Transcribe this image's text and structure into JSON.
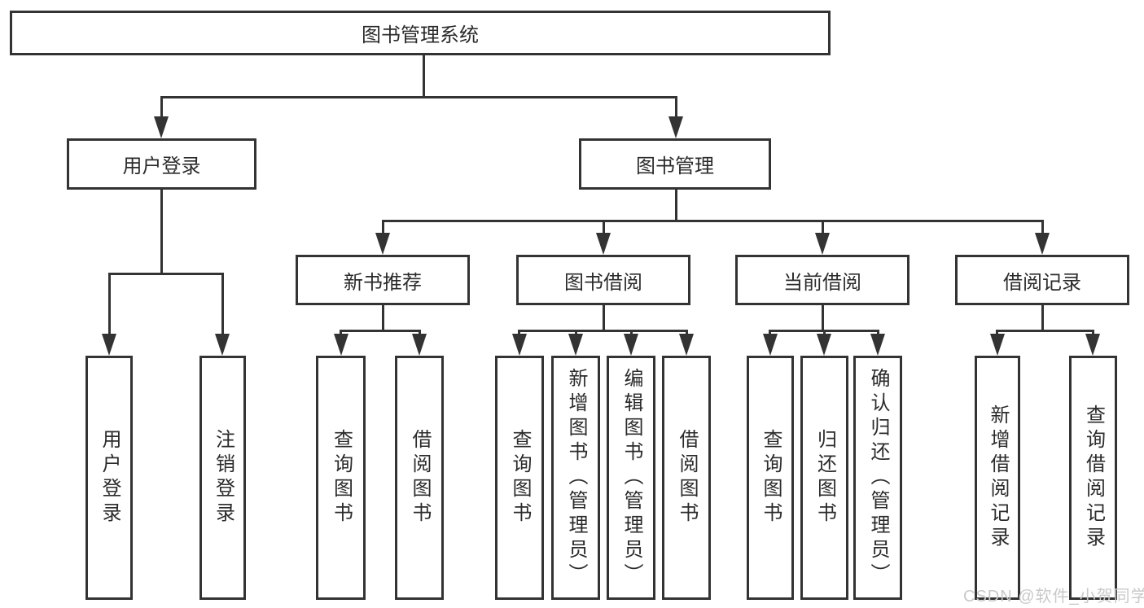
{
  "diagram": {
    "kind": "hierarchy-diagram",
    "colors": {
      "line": "#333333",
      "text": "#2b2b2b",
      "background": "#ffffff",
      "watermark_text": "#c9c9c9"
    }
  },
  "tree": {
    "root": {
      "label": "图书管理系统",
      "children": [
        {
          "label": "用户登录",
          "children": [
            {
              "label": "用户登录"
            },
            {
              "label": "注销登录"
            }
          ]
        },
        {
          "label": "图书管理",
          "children": [
            {
              "label": "新书推荐",
              "children": [
                {
                  "label": "查询图书"
                },
                {
                  "label": "借阅图书"
                }
              ]
            },
            {
              "label": "图书借阅",
              "children": [
                {
                  "label": "查询图书"
                },
                {
                  "label": "新增图书（管理员）"
                },
                {
                  "label": "编辑图书（管理员）"
                },
                {
                  "label": "借阅图书"
                }
              ]
            },
            {
              "label": "当前借阅",
              "children": [
                {
                  "label": "查询图书"
                },
                {
                  "label": "归还图书"
                },
                {
                  "label": "确认归还（管理员）"
                }
              ]
            },
            {
              "label": "借阅记录",
              "children": [
                {
                  "label": "新增借阅记录"
                },
                {
                  "label": "查询借阅记录"
                }
              ]
            }
          ]
        }
      ]
    }
  },
  "watermark": {
    "text": "CSDN @软件_小贺同学"
  }
}
